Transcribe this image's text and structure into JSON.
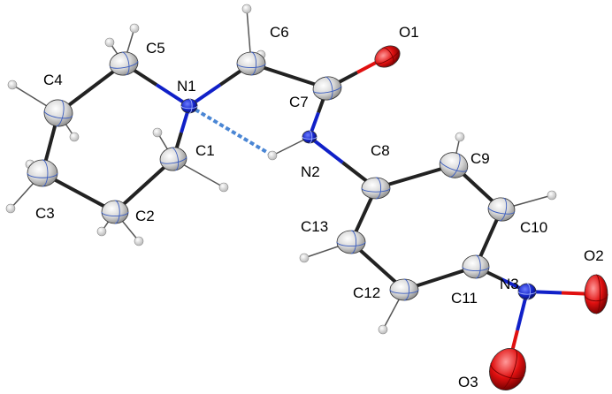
{
  "figure": {
    "kind": "ORTEP thermal ellipsoid plot",
    "colors": {
      "carbon": "#d4d4d4",
      "hydrogen": "#eeeeee",
      "nitrogen": "#1020c8",
      "oxygen": "#e01010",
      "bond": "#222222",
      "n_bond": "#1020c8",
      "o_bond": "#e01010",
      "hbond": "#4a86d4"
    }
  },
  "labels": {
    "O1": "O1",
    "C6": "C6",
    "C5": "C5",
    "N1": "N1",
    "C4": "C4",
    "C7": "C7",
    "C1": "C1",
    "N2": "N2",
    "C8": "C8",
    "C9": "C9",
    "C3": "C3",
    "C2": "C2",
    "C13": "C13",
    "C10": "C10",
    "O2": "O2",
    "N3": "N3",
    "C12": "C12",
    "C11": "C11",
    "O3": "O3"
  },
  "atoms": [
    {
      "id": "N1",
      "element": "N"
    },
    {
      "id": "N2",
      "element": "N"
    },
    {
      "id": "N3",
      "element": "N"
    },
    {
      "id": "O1",
      "element": "O"
    },
    {
      "id": "O2",
      "element": "O"
    },
    {
      "id": "O3",
      "element": "O"
    },
    {
      "id": "C1",
      "element": "C"
    },
    {
      "id": "C2",
      "element": "C"
    },
    {
      "id": "C3",
      "element": "C"
    },
    {
      "id": "C4",
      "element": "C"
    },
    {
      "id": "C5",
      "element": "C"
    },
    {
      "id": "C6",
      "element": "C"
    },
    {
      "id": "C7",
      "element": "C"
    },
    {
      "id": "C8",
      "element": "C"
    },
    {
      "id": "C9",
      "element": "C"
    },
    {
      "id": "C10",
      "element": "C"
    },
    {
      "id": "C11",
      "element": "C"
    },
    {
      "id": "C12",
      "element": "C"
    },
    {
      "id": "C13",
      "element": "C"
    }
  ],
  "bonds": [
    [
      "N1",
      "C5"
    ],
    [
      "N1",
      "C1"
    ],
    [
      "N1",
      "C6"
    ],
    [
      "C6",
      "C7"
    ],
    [
      "C7",
      "O1"
    ],
    [
      "C7",
      "N2"
    ],
    [
      "N2",
      "C8"
    ],
    [
      "C8",
      "C9"
    ],
    [
      "C9",
      "C10"
    ],
    [
      "C10",
      "C11"
    ],
    [
      "C11",
      "C12"
    ],
    [
      "C12",
      "C13"
    ],
    [
      "C13",
      "C8"
    ],
    [
      "C11",
      "N3"
    ],
    [
      "N3",
      "O2"
    ],
    [
      "N3",
      "O3"
    ],
    [
      "C1",
      "C2"
    ],
    [
      "C2",
      "C3"
    ],
    [
      "C3",
      "C4"
    ],
    [
      "C4",
      "C5"
    ]
  ],
  "hydrogen_bonds": [
    [
      "N1",
      "H2"
    ]
  ]
}
